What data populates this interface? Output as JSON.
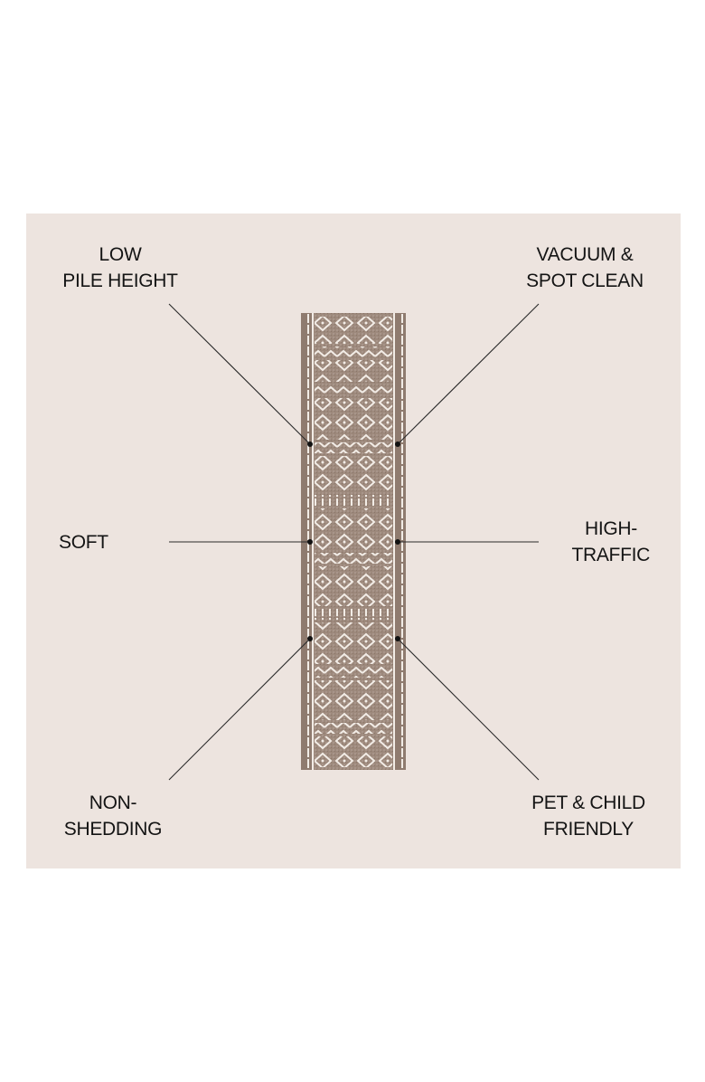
{
  "features": {
    "low_pile": {
      "line1": "LOW",
      "line2": "PILE HEIGHT"
    },
    "vacuum": {
      "line1": "VACUUM &",
      "line2": "SPOT CLEAN"
    },
    "soft": {
      "line1": "SOFT"
    },
    "high_traffic": {
      "line1": "HIGH-",
      "line2": "TRAFFIC"
    },
    "non_shedding": {
      "line1": "NON-",
      "line2": "SHEDDING"
    },
    "pet_child": {
      "line1": "PET & CHILD",
      "line2": "FRIENDLY"
    }
  },
  "colors": {
    "panel": "#ede4df",
    "rug_base": "#9a8679",
    "rug_pattern": "#f4efea",
    "line": "#2a2a2a"
  }
}
